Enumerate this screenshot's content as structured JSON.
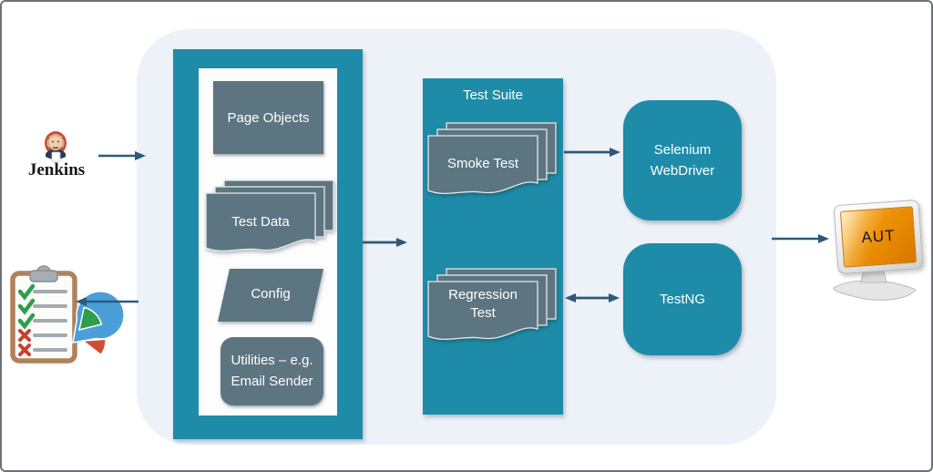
{
  "nodes": {
    "jenkins": "Jenkins",
    "page_objects": "Page Objects",
    "test_data": "Test Data",
    "config": "Config",
    "utilities": "Utilities – e.g. Email Sender",
    "test_suite": "Test Suite",
    "smoke_test": "Smoke Test",
    "regression_test": "Regression Test",
    "selenium": "Selenium WebDriver",
    "testng": "TestNG",
    "aut": "AUT"
  },
  "icons": {
    "jenkins": "jenkins-butler-icon",
    "report": "clipboard-checklist-icon",
    "pie": "pie-chart-icon",
    "aut": "computer-monitor-icon"
  },
  "colors": {
    "teal": "#1e8ca8",
    "slate": "#5c7581",
    "container_bg": "#edf1f8",
    "arrow": "#2e5978",
    "screen_orange": "#e98a00",
    "border_gray": "#6e7275",
    "pie_blue": "#4b9fd8",
    "pie_green": "#2f9e4b",
    "pie_red": "#d24b35"
  },
  "edges": [
    {
      "from": "jenkins",
      "to": "framework",
      "direction": "right"
    },
    {
      "from": "framework",
      "to": "report",
      "direction": "left"
    },
    {
      "from": "framework",
      "to": "test_suite",
      "direction": "right"
    },
    {
      "from": "test_suite",
      "to": "selenium",
      "direction": "right"
    },
    {
      "from": "regression_test",
      "to": "testng",
      "direction": "both"
    },
    {
      "from": "container",
      "to": "aut",
      "direction": "right"
    }
  ]
}
